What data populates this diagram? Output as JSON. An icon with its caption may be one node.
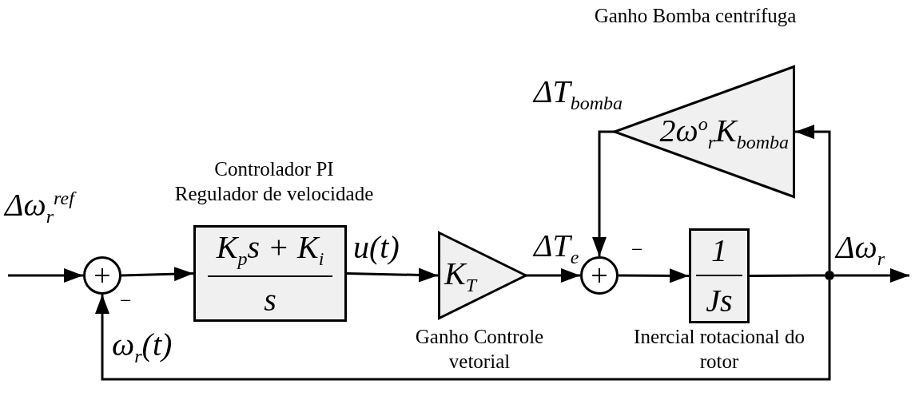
{
  "diagram": {
    "nodes": [
      {
        "text": [
          "+"
        ]
      },
      {
        "text": [
          "K$_{p}$s + K$_{i}$",
          "s"
        ],
        "beside": [
          "Controlador PI Regulador de velocidade"
        ]
      },
      {
        "text": [
          "K$_{T}$"
        ],
        "beside": [
          "Ganho Controle vetorial"
        ]
      },
      {
        "text": [
          "+"
        ]
      },
      {
        "text": [
          "1",
          "Js"
        ],
        "beside": [
          "Inercial rotacional do rotor"
        ]
      },
      {
        "text": [
          "2ω$^{o}$$_{r}$K$_{bomba}$"
        ],
        "beside": [
          "Ganho Bomba centrífuga"
        ]
      },
      {
        "text": [],
        "shape": "circle"
      }
    ],
    "edges": [
      {
        "from": null,
        "to": 0,
        "arrow": "to",
        "label": "Δω$_{r}$$^{ref}$"
      },
      {
        "from": 0,
        "to": 1,
        "arrow": "to"
      },
      {
        "from": 1,
        "to": 2,
        "arrow": "to",
        "label": "u(t)"
      },
      {
        "from": 2,
        "to": 3,
        "arrow": "to",
        "label": "ΔT$_{e}$"
      },
      {
        "from": 3,
        "to": 4,
        "arrow": "to"
      },
      {
        "from": 4,
        "to": 6,
        "arrow": "none"
      },
      {
        "from": 6,
        "to": null,
        "arrow": "to",
        "label": "Δω$_{r}$"
      },
      {
        "from": 6,
        "to": 5,
        "arrow": "to"
      },
      {
        "from": 5,
        "to": 3,
        "arrow": "to",
        "label": "ΔT$_{bomba}$"
      },
      {
        "from": 6,
        "to": 0,
        "arrow": "to",
        "label": "ω$_{r}$(t)"
      }
    ],
    "labels": [
      "−",
      "−"
    ]
  }
}
